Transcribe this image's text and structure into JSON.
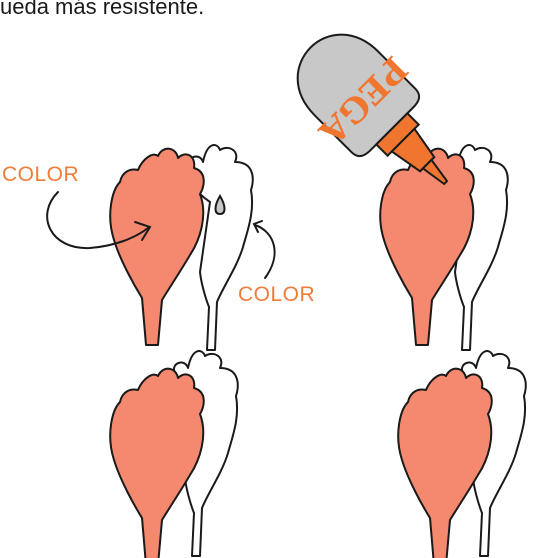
{
  "caption": "ueda más resistente.",
  "labels": {
    "color_1": "COLOR",
    "color_2": "COLOR"
  },
  "bottle": {
    "text": "PEGA",
    "body_color": "#c8c8c8",
    "cap_color": "#f07630",
    "text_color": "#f07630"
  },
  "colors": {
    "petal_fill": "#f4896f",
    "outline": "#1a1a1a",
    "label_orange": "#ee7d3a"
  }
}
